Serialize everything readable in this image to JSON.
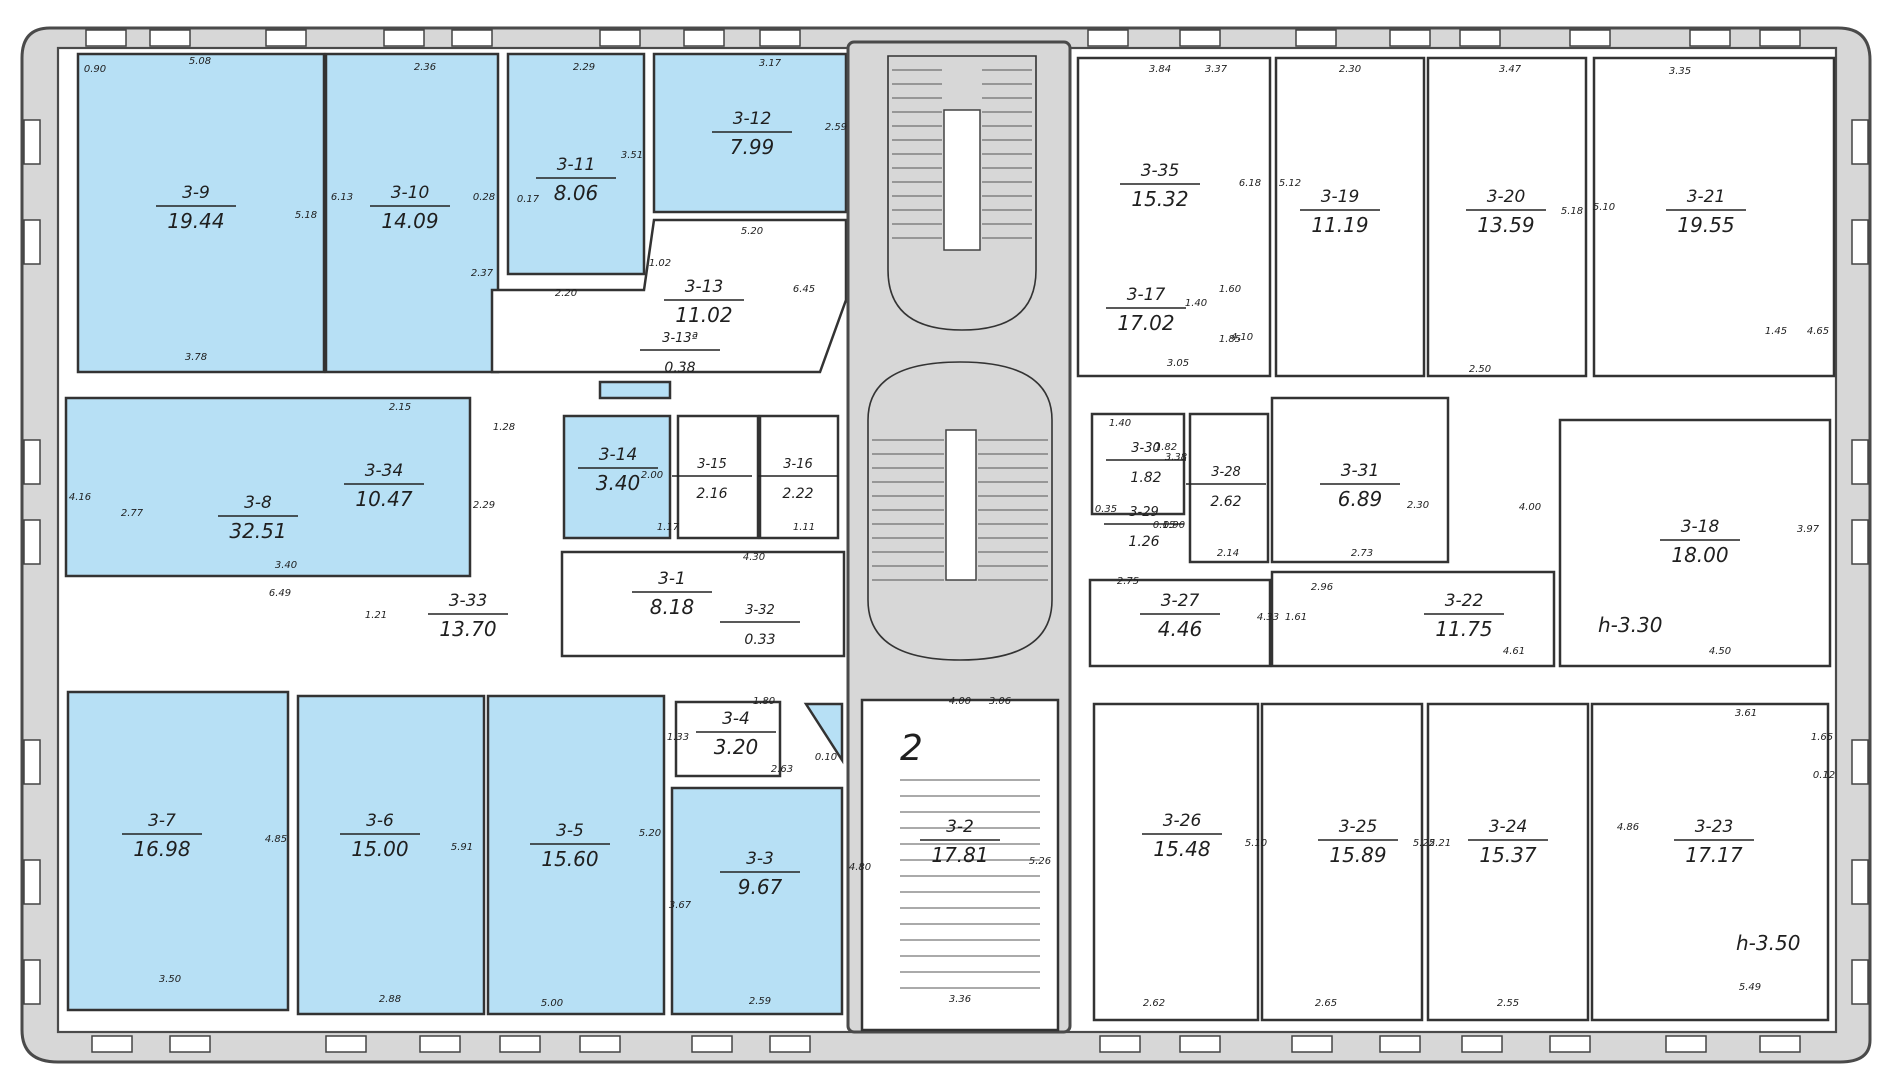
{
  "colors": {
    "highlight": "#b7e0f5",
    "wall": "#d7d7d7",
    "line": "#333333"
  },
  "rooms": [
    {
      "key": "r3_9",
      "id": "3-9",
      "area": "19.44",
      "fill": "blue"
    },
    {
      "key": "r3_10",
      "id": "3-10",
      "area": "14.09",
      "fill": "blue"
    },
    {
      "key": "r3_11",
      "id": "3-11",
      "area": "8.06",
      "fill": "blue"
    },
    {
      "key": "r3_12",
      "id": "3-12",
      "area": "7.99",
      "fill": "blue"
    },
    {
      "key": "r3_13",
      "id": "3-13",
      "area": "11.02",
      "fill": "white"
    },
    {
      "key": "r3_13a",
      "id": "3-13ª",
      "area": "0.38",
      "fill": "white"
    },
    {
      "key": "r3_8",
      "id": "3-8",
      "area": "32.51",
      "fill": "blue"
    },
    {
      "key": "r3_34",
      "id": "3-34",
      "area": "10.47",
      "fill": "blue"
    },
    {
      "key": "r3_14",
      "id": "3-14",
      "area": "3.40",
      "fill": "blue"
    },
    {
      "key": "r3_15",
      "id": "3-15",
      "area": "2.16",
      "fill": "white"
    },
    {
      "key": "r3_16",
      "id": "3-16",
      "area": "2.22",
      "fill": "white"
    },
    {
      "key": "r3_1",
      "id": "3-1",
      "area": "8.18",
      "fill": "white"
    },
    {
      "key": "r3_33",
      "id": "3-33",
      "area": "13.70",
      "fill": "white"
    },
    {
      "key": "r3_32",
      "id": "3-32",
      "area": "0.33",
      "fill": "white"
    },
    {
      "key": "r3_7",
      "id": "3-7",
      "area": "16.98",
      "fill": "blue"
    },
    {
      "key": "r3_6",
      "id": "3-6",
      "area": "15.00",
      "fill": "blue"
    },
    {
      "key": "r3_5",
      "id": "3-5",
      "area": "15.60",
      "fill": "blue"
    },
    {
      "key": "r3_4",
      "id": "3-4",
      "area": "3.20",
      "fill": "white"
    },
    {
      "key": "r3_3",
      "id": "3-3",
      "area": "9.67",
      "fill": "blue"
    },
    {
      "key": "r3_2",
      "id": "3-2",
      "area": "17.81",
      "fill": "white"
    },
    {
      "key": "r3_35",
      "id": "3-35",
      "area": "15.32",
      "fill": "white"
    },
    {
      "key": "r3_17",
      "id": "3-17",
      "area": "17.02",
      "fill": "white"
    },
    {
      "key": "r3_19",
      "id": "3-19",
      "area": "11.19",
      "fill": "white"
    },
    {
      "key": "r3_20",
      "id": "3-20",
      "area": "13.59",
      "fill": "white"
    },
    {
      "key": "r3_21",
      "id": "3-21",
      "area": "19.55",
      "fill": "white"
    },
    {
      "key": "r3_30",
      "id": "3-30",
      "area": "1.82",
      "fill": "white"
    },
    {
      "key": "r3_29",
      "id": "3-29",
      "area": "1.26",
      "fill": "white"
    },
    {
      "key": "r3_28",
      "id": "3-28",
      "area": "2.62",
      "fill": "white"
    },
    {
      "key": "r3_31",
      "id": "3-31",
      "area": "6.89",
      "fill": "white"
    },
    {
      "key": "r3_18",
      "id": "3-18",
      "area": "18.00",
      "fill": "white"
    },
    {
      "key": "r3_27",
      "id": "3-27",
      "area": "4.46",
      "fill": "white"
    },
    {
      "key": "r3_22",
      "id": "3-22",
      "area": "11.75",
      "fill": "white"
    },
    {
      "key": "r3_26",
      "id": "3-26",
      "area": "15.48",
      "fill": "white"
    },
    {
      "key": "r3_25",
      "id": "3-25",
      "area": "15.89",
      "fill": "white"
    },
    {
      "key": "r3_24",
      "id": "3-24",
      "area": "15.37",
      "fill": "white"
    },
    {
      "key": "r3_23",
      "id": "3-23",
      "area": "17.17",
      "fill": "white"
    }
  ],
  "dims": [
    "0.90",
    "5.08",
    "2.36",
    "2.29",
    "3.17",
    "5.18",
    "6.13",
    "0.28",
    "0.17",
    "3.51",
    "2.59",
    "5.20",
    "2.20",
    "1.02",
    "6.45",
    "2.37",
    "3.78",
    "2.15",
    "1.28",
    "2.77",
    "4.16",
    "2.29",
    "3.40",
    "6.49",
    "1.21",
    "2.00",
    "4.30",
    "1.17",
    "1.11",
    "1.80",
    "2.63",
    "1.33",
    "0.10",
    "4.85",
    "5.91",
    "5.20",
    "3.67",
    "4.80",
    "5.26",
    "3.50",
    "2.88",
    "5.00",
    "2.59",
    "3.36",
    "4.00",
    "3.06",
    "3.84",
    "3.37",
    "2.30",
    "3.47",
    "3.35",
    "6.18",
    "5.12",
    "5.18",
    "5.10",
    "1.45",
    "1.85",
    "3.05",
    "2.50",
    "4.65",
    "1.40",
    "0.90",
    "2.14",
    "2.73",
    "2.30",
    "4.00",
    "3.97",
    "2.75",
    "4.33",
    "1.61",
    "2.96",
    "4.61",
    "4.50",
    "3.61",
    "1.65",
    "5.10",
    "5.22",
    "5.21",
    "4.86",
    "2.62",
    "2.65",
    "2.55",
    "5.49",
    "1.82",
    "3.38",
    "0.35",
    "1.40",
    "4.10",
    "0.12",
    "1.60",
    "0.15"
  ],
  "notes": {
    "h1": "h-3.30",
    "h2": "h-3.50",
    "stair_mark": "2"
  }
}
